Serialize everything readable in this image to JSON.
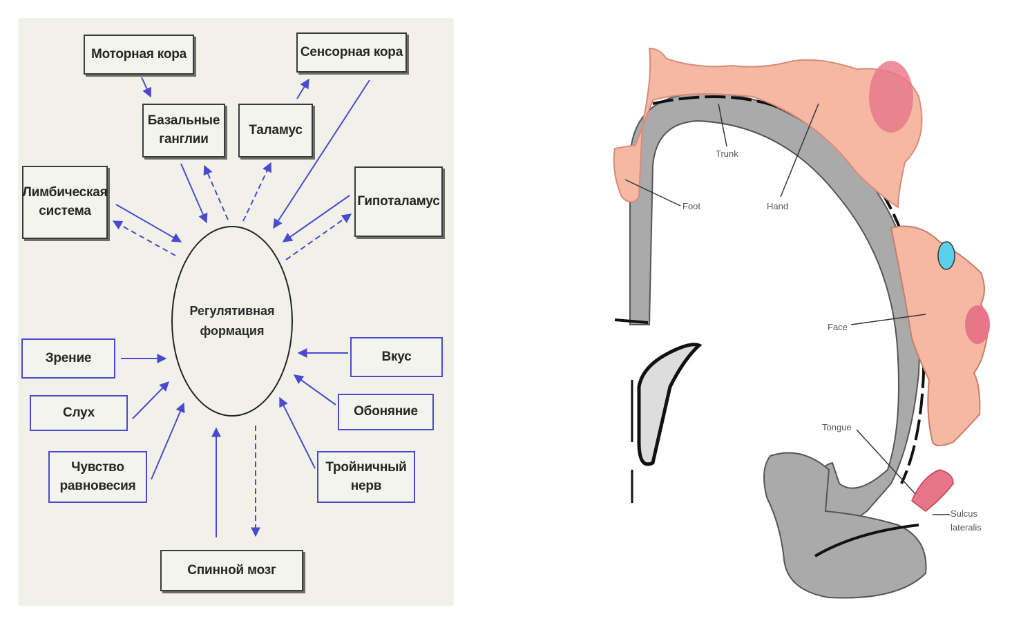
{
  "left_diagram": {
    "center": "Регулятивная\nформация",
    "boxes": {
      "motor_cortex": "Моторная кора",
      "sensory_cortex": "Сенсорная кора",
      "basal_ganglia": "Базальные\nганглии",
      "thalamus": "Таламус",
      "limbic_system": "Лимбическая\nсистема",
      "hypothalamus": "Гипоталамус",
      "vision": "Зрение",
      "hearing": "Слух",
      "balance": "Чувство\nравновесия",
      "taste": "Вкус",
      "smell": "Обоняние",
      "trigeminal": "Тройничный\nнерв",
      "spinal_cord": "Спинной мозг"
    }
  },
  "right_diagram": {
    "labels": {
      "trunk": "Trunk",
      "hand": "Hand",
      "foot": "Foot",
      "face": "Face",
      "tongue": "Tongue",
      "sulcus": "Sulcus\nlateralis"
    }
  },
  "colors": {
    "panel_bg": "#f1f1e9",
    "arrow_blue": "#4a4ad0",
    "cortex_gray": "#a9a9a9",
    "skin": "#f4b8a3",
    "pink": "#e8758a"
  }
}
